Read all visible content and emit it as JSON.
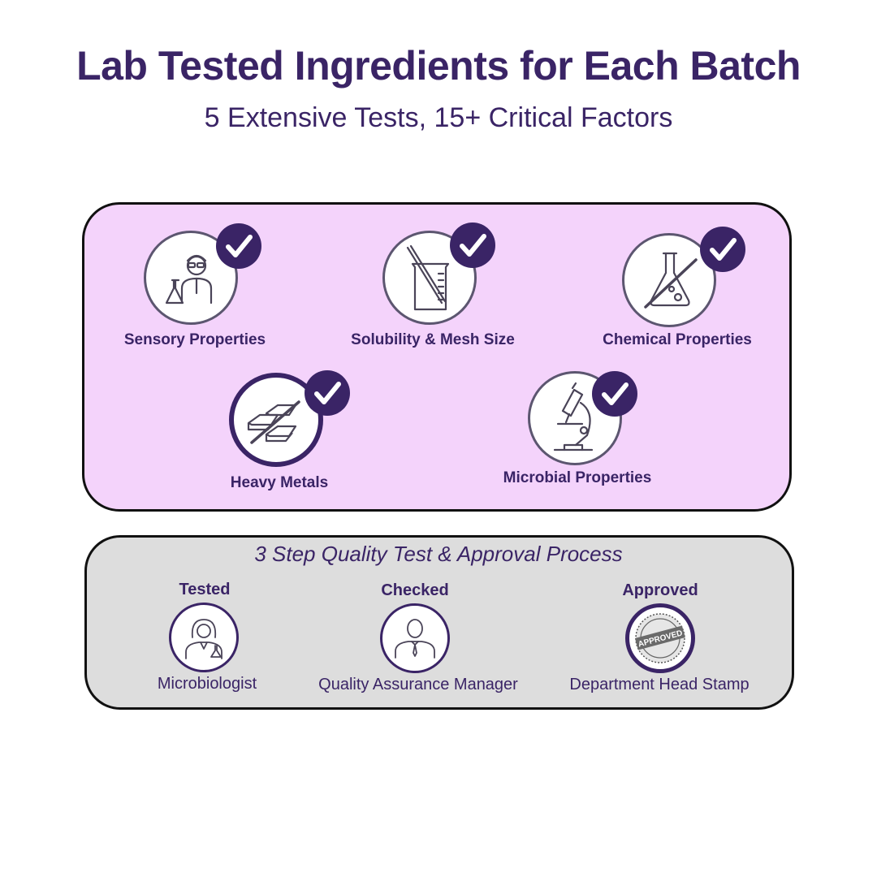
{
  "header": {
    "title": "Lab Tested Ingredients for Each Batch",
    "subtitle": "5 Extensive Tests, 15+ Critical Factors"
  },
  "tests": [
    {
      "label": "Sensory Properties",
      "icon": "scientist-icon"
    },
    {
      "label": "Solubility & Mesh Size",
      "icon": "beaker-icon"
    },
    {
      "label": "Chemical Properties",
      "icon": "flask-icon"
    },
    {
      "label": "Heavy Metals",
      "icon": "metal-bars-icon"
    },
    {
      "label": "Microbial Properties",
      "icon": "microscope-icon"
    }
  ],
  "process": {
    "title": "3 Step Quality Test & Approval Process",
    "steps": [
      {
        "heading": "Tested",
        "role": "Microbiologist",
        "icon": "microbiologist-icon"
      },
      {
        "heading": "Checked",
        "role": "Quality Assurance Manager",
        "icon": "manager-icon"
      },
      {
        "heading": "Approved",
        "role": "Department Head Stamp",
        "icon": "approved-stamp-icon",
        "stamp_text": "APPROVED"
      }
    ]
  },
  "colors": {
    "brand": "#3a2466",
    "tests_panel": "#f4d3fb",
    "process_panel": "#dddddd"
  }
}
